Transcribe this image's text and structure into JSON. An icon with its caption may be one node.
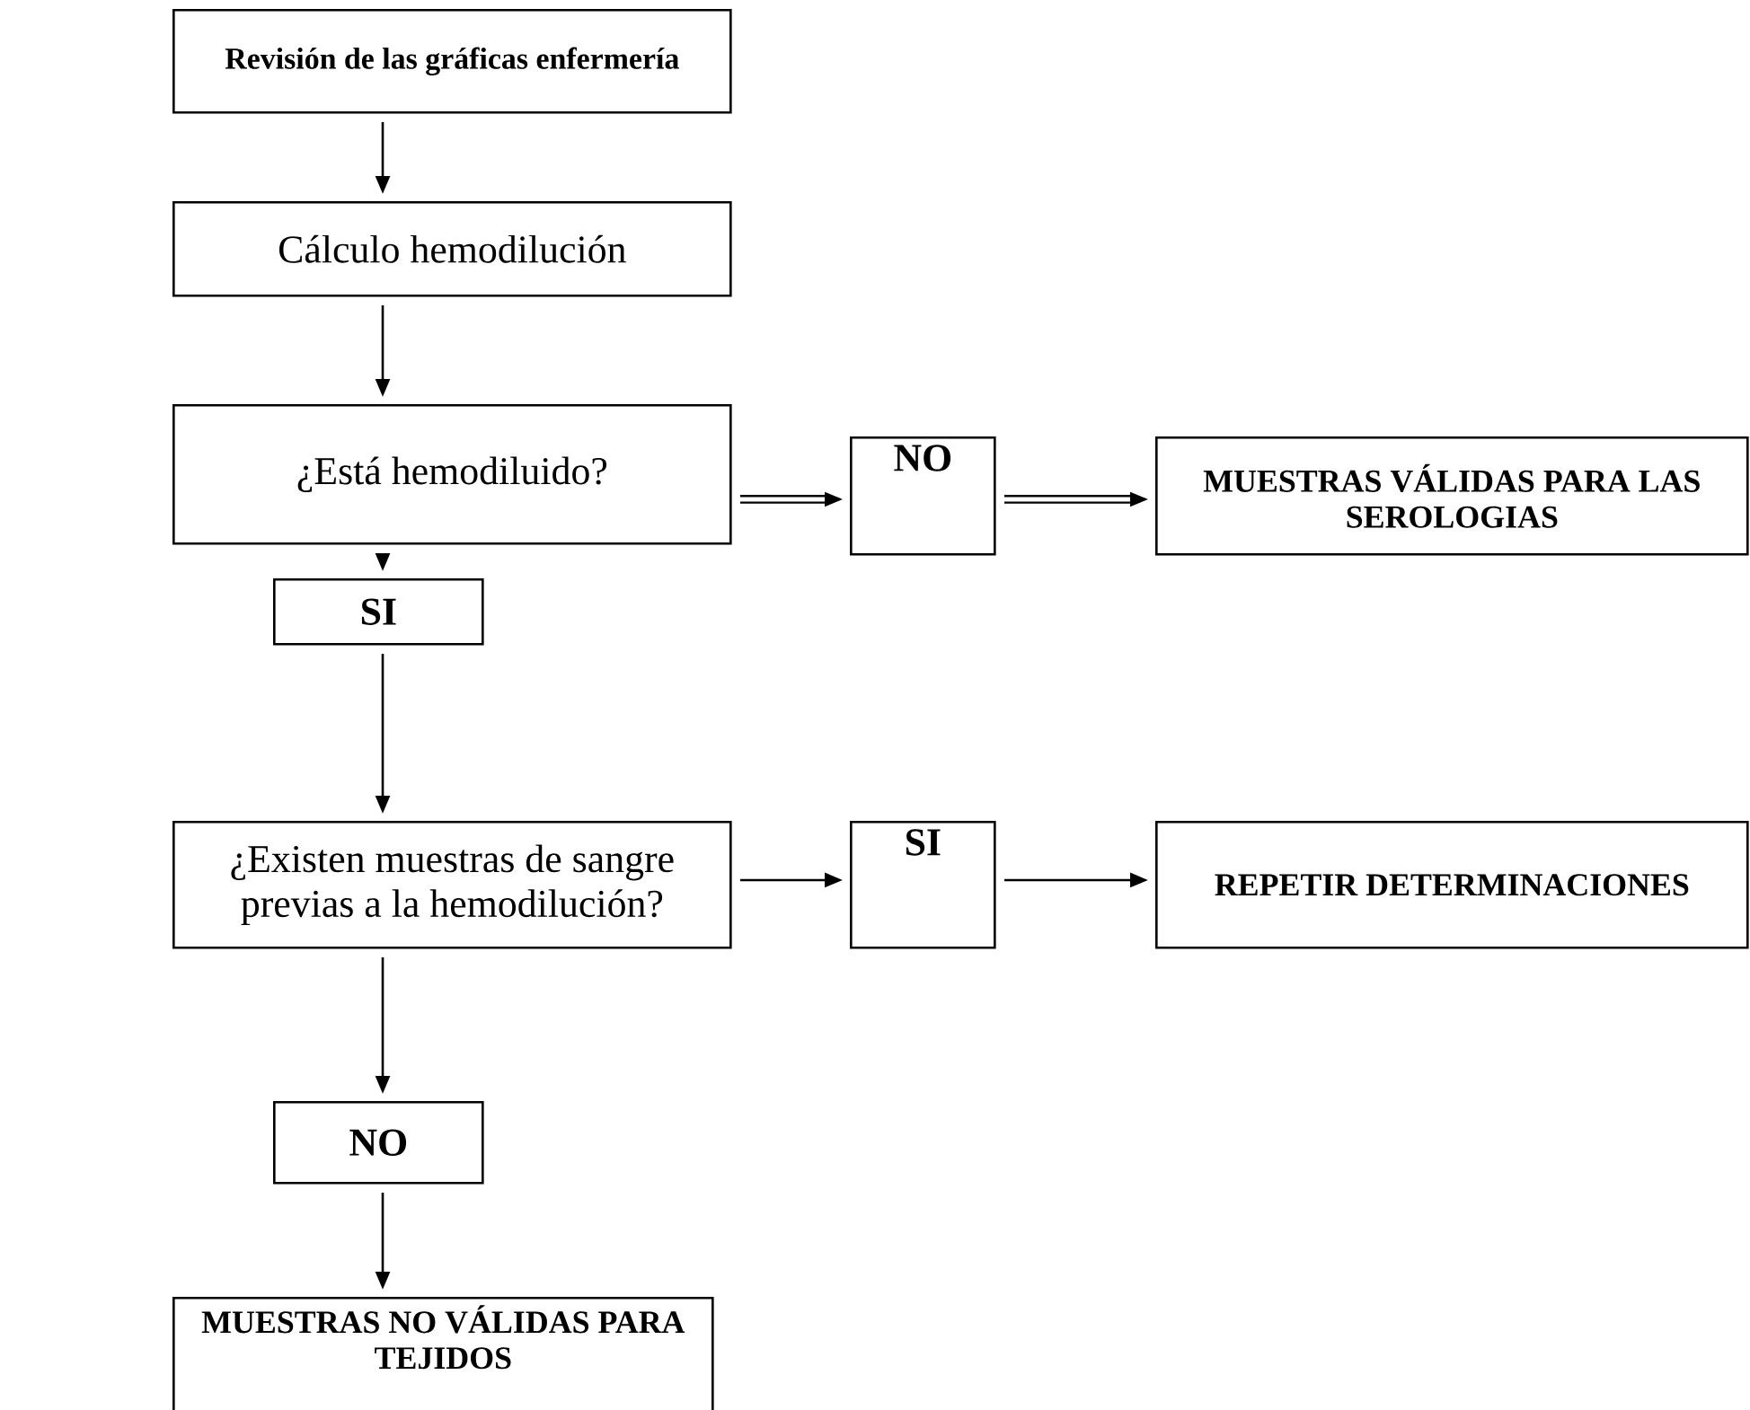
{
  "diagram": {
    "nodes": [
      {
        "text": [
          "Revisión de las gráficas enfermería"
        ]
      },
      {
        "text": [
          "Cálculo hemodilución"
        ]
      },
      {
        "text": [
          "¿Está hemodiluido?"
        ]
      },
      {
        "text": [
          "NO"
        ]
      },
      {
        "text": [
          "MUESTRAS VÁLIDAS PARA LAS SEROLOGIAS"
        ]
      },
      {
        "text": [
          "SI"
        ]
      },
      {
        "text": [
          "¿Existen muestras de sangre previas a la hemodilución?"
        ]
      },
      {
        "text": [
          "SI"
        ]
      },
      {
        "text": [
          "REPETIR DETERMINACIONES"
        ]
      },
      {
        "text": [
          "NO"
        ]
      },
      {
        "text": [
          "MUESTRAS  NO VÁLIDAS PARA TEJIDOS"
        ]
      }
    ],
    "edges": [
      {
        "from": 0,
        "to": 1,
        "arrow": "to"
      },
      {
        "from": 1,
        "to": 2,
        "arrow": "to"
      },
      {
        "from": 2,
        "to": 3,
        "arrow": "to",
        "style": "thick"
      },
      {
        "from": 3,
        "to": 4,
        "arrow": "to",
        "style": "thick"
      },
      {
        "from": 2,
        "to": 5,
        "arrow": "to"
      },
      {
        "from": 5,
        "to": 6,
        "arrow": "to"
      },
      {
        "from": 6,
        "to": 7,
        "arrow": "to"
      },
      {
        "from": 7,
        "to": 8,
        "arrow": "to"
      },
      {
        "from": 6,
        "to": 9,
        "arrow": "to"
      },
      {
        "from": 9,
        "to": 10,
        "arrow": "to"
      }
    ]
  }
}
